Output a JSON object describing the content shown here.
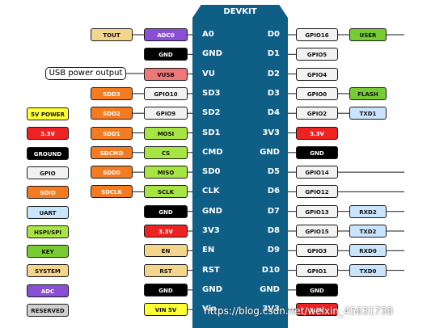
{
  "board": {
    "title": "DEVKIT"
  },
  "usb_callout": "USB power output",
  "watermark": "https://blog.csdn.net/weixin_45631738",
  "colors": {
    "board": "#0f5e86",
    "power": "#ffff33",
    "v33": "#ee2222",
    "ground": "#000000",
    "gpio": "#f2f2f2",
    "sdio": "#f47b20",
    "uart": "#c9e4fb",
    "hspi": "#a7e544",
    "key": "#77cc33",
    "system": "#f4d58c",
    "adc": "#8b4fd6",
    "reserved": "#d0d0d0",
    "usb": "#ee7777"
  },
  "legend": [
    {
      "text": "5V POWER",
      "kind": "power"
    },
    {
      "text": "3.3V",
      "kind": "v33"
    },
    {
      "text": "GROUND",
      "kind": "ground"
    },
    {
      "text": "GPIO",
      "kind": "gpio"
    },
    {
      "text": "SDIO",
      "kind": "sdio"
    },
    {
      "text": "UART",
      "kind": "uart"
    },
    {
      "text": "HSPI/SPI",
      "kind": "hspi"
    },
    {
      "text": "KEY",
      "kind": "key"
    },
    {
      "text": "SYSTEM",
      "kind": "system"
    },
    {
      "text": "ADC",
      "kind": "adc"
    },
    {
      "text": "RESERVED",
      "kind": "reserved"
    }
  ],
  "left_pins": [
    {
      "pin": "A0",
      "func": {
        "text": "ADC0",
        "kind": "adc"
      },
      "ext": {
        "text": "TOUT",
        "kind": "system"
      }
    },
    {
      "pin": "GND",
      "func": {
        "text": "GND",
        "kind": "ground"
      }
    },
    {
      "pin": "VU",
      "func": {
        "text": "VUSB",
        "kind": "usb"
      }
    },
    {
      "pin": "SD3",
      "func": {
        "text": "GPIO10",
        "kind": "gpio"
      },
      "ext": {
        "text": "SDD3",
        "kind": "sdio"
      }
    },
    {
      "pin": "SD2",
      "func": {
        "text": "GPIO9",
        "kind": "gpio"
      },
      "ext": {
        "text": "SDD2",
        "kind": "sdio"
      }
    },
    {
      "pin": "SD1",
      "func": {
        "text": "MOSI",
        "kind": "hspi"
      },
      "ext": {
        "text": "SDD1",
        "kind": "sdio"
      }
    },
    {
      "pin": "CMD",
      "func": {
        "text": "CS",
        "kind": "hspi"
      },
      "ext": {
        "text": "SDCMD",
        "kind": "sdio"
      }
    },
    {
      "pin": "SD0",
      "func": {
        "text": "MISO",
        "kind": "hspi"
      },
      "ext": {
        "text": "SDD0",
        "kind": "sdio"
      }
    },
    {
      "pin": "CLK",
      "func": {
        "text": "SCLK",
        "kind": "hspi"
      },
      "ext": {
        "text": "SDCLK",
        "kind": "sdio"
      }
    },
    {
      "pin": "GND",
      "func": {
        "text": "GND",
        "kind": "ground"
      }
    },
    {
      "pin": "3V3",
      "func": {
        "text": "3.3V",
        "kind": "v33"
      }
    },
    {
      "pin": "EN",
      "func": {
        "text": "EN",
        "kind": "system"
      }
    },
    {
      "pin": "RST",
      "func": {
        "text": "RST",
        "kind": "system"
      }
    },
    {
      "pin": "GND",
      "func": {
        "text": "GND",
        "kind": "ground"
      }
    },
    {
      "pin": "Vin",
      "func": {
        "text": "VIN 5V",
        "kind": "power"
      }
    }
  ],
  "right_pins": [
    {
      "pin": "D0",
      "func": {
        "text": "GPIO16",
        "kind": "gpio"
      },
      "ext": {
        "text": "USER",
        "kind": "key"
      },
      "wire": true
    },
    {
      "pin": "D1",
      "func": {
        "text": "GPIO5",
        "kind": "gpio"
      }
    },
    {
      "pin": "D2",
      "func": {
        "text": "GPIO4",
        "kind": "gpio"
      }
    },
    {
      "pin": "D3",
      "func": {
        "text": "GPIO0",
        "kind": "gpio"
      },
      "ext": {
        "text": "FLASH",
        "kind": "key"
      }
    },
    {
      "pin": "D4",
      "func": {
        "text": "GPIO2",
        "kind": "gpio"
      },
      "ext": {
        "text": "TXD1",
        "kind": "uart"
      }
    },
    {
      "pin": "3V3",
      "func": {
        "text": "3.3V",
        "kind": "v33"
      }
    },
    {
      "pin": "GND",
      "func": {
        "text": "GND",
        "kind": "ground"
      }
    },
    {
      "pin": "D5",
      "func": {
        "text": "GPIO14",
        "kind": "gpio"
      },
      "wire": true
    },
    {
      "pin": "D6",
      "func": {
        "text": "GPIO12",
        "kind": "gpio"
      },
      "wire": true
    },
    {
      "pin": "D7",
      "func": {
        "text": "GPIO13",
        "kind": "gpio"
      },
      "ext": {
        "text": "RXD2",
        "kind": "uart"
      },
      "wire": true
    },
    {
      "pin": "D8",
      "func": {
        "text": "GPIO15",
        "kind": "gpio"
      },
      "ext": {
        "text": "TXD2",
        "kind": "uart"
      },
      "wire": true
    },
    {
      "pin": "D9",
      "func": {
        "text": "GPIO3",
        "kind": "gpio"
      },
      "ext": {
        "text": "RXD0",
        "kind": "uart"
      },
      "wire": true
    },
    {
      "pin": "D10",
      "func": {
        "text": "GPIO1",
        "kind": "gpio"
      },
      "ext": {
        "text": "TXD0",
        "kind": "uart"
      },
      "wire": true
    },
    {
      "pin": "GND",
      "func": {
        "text": "GND",
        "kind": "ground"
      }
    },
    {
      "pin": "3V3",
      "func": {
        "text": "3.3V",
        "kind": "v33"
      }
    }
  ]
}
